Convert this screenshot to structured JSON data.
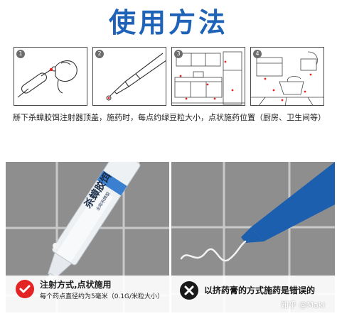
{
  "title": "使用方法",
  "steps": [
    {
      "number": "1"
    },
    {
      "number": "2"
    },
    {
      "number": "3"
    },
    {
      "number": "4"
    }
  ],
  "instruction": "掰下杀蟑胶饵注射器顶盖，施药时，每点约绿豆粒大小，点状施药位置（厨房、卫生间等）",
  "syringe_label": {
    "brand": "杀蟑胶饵",
    "subtitle": "全效杀蟑胶"
  },
  "correct": {
    "line1": "注射方式,点状施用",
    "line2": "每个药点直径约为5毫米（0.1G/米粒大小）"
  },
  "wrong": {
    "line1": "以挤药膏的方式施药是错误的"
  },
  "watermark": "知乎 @Maki",
  "colors": {
    "title_blue": "#1f63b8",
    "correct_red": "#e22424",
    "wrong_black": "#1a1a1a",
    "tile_grey": "#8a8a8a",
    "nozzle_blue": "#1b5fae"
  }
}
